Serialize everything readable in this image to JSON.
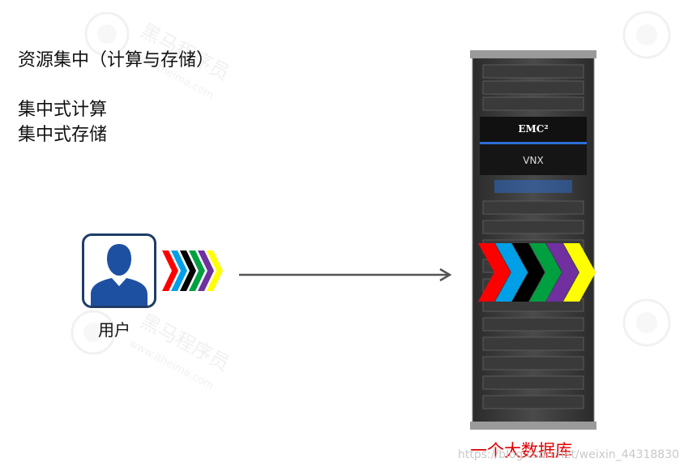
{
  "heading": "资源集中（计算与存储）",
  "lines": [
    "集中式计算",
    "集中式存储"
  ],
  "user_label": "用户",
  "server_label": "一个大数据库",
  "server_brand": "EMC²",
  "server_model": "VNX",
  "watermark_text": "黑马程序员",
  "watermark_url": "www.itheima.com",
  "credit_text": "https://blog.csdn.net/weixin_44318830",
  "chevron_colors": [
    "#ff0000",
    "#00a0e8",
    "#000000",
    "#00a040",
    "#7030a0",
    "#ffff00"
  ],
  "colors": {
    "user_icon": "#1e50a2",
    "user_border": "#1f3c66",
    "arrow": "#555555",
    "label_red": "#e00000"
  }
}
